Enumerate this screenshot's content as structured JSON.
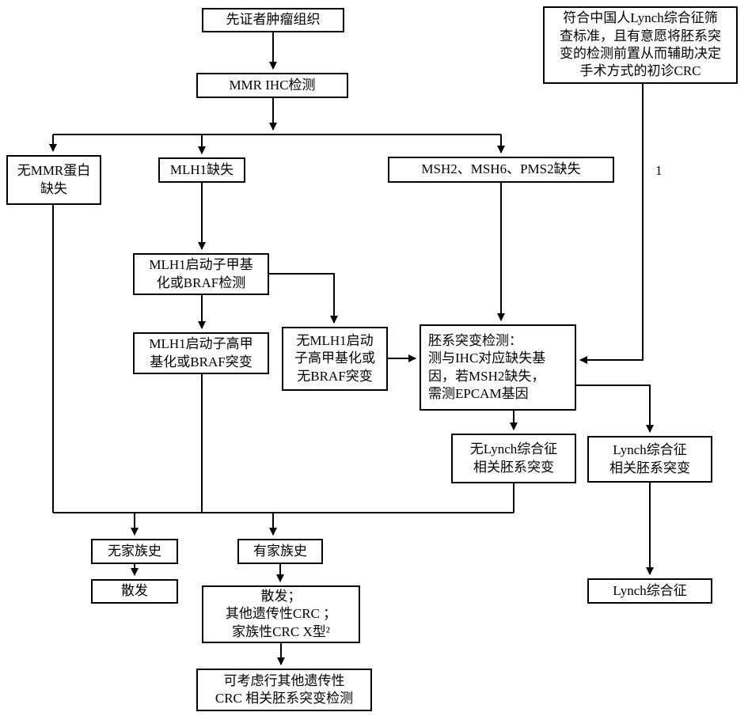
{
  "nodes": {
    "proband": "先证者肿瘤组织",
    "mmr_ihc": "MMR IHC检测",
    "criteria": "符合中国人Lynch综合征筛\n查标准，且有意愿将胚系突\n变的检测前置从而辅助决定\n手术方式的初诊CRC",
    "no_mmr_loss": "无MMR蛋白\n缺失",
    "mlh1_loss": "MLH1缺失",
    "msh_loss": "MSH2、MSH6、PMS2缺失",
    "promoter_test": "MLH1启动子甲基\n化或BRAF检测",
    "hypermeth": "MLH1启动子高甲\n基化或BRAF突变",
    "no_hypermeth": "无MLH1启动\n子高甲基化或\n无BRAF突变",
    "germline_test": "胚系突变检测：\n测与IHC对应缺失基\n因，若MSH2缺失，\n需测EPCAM基因",
    "no_lynch_mut": "无Lynch综合征\n相关胚系突变",
    "lynch_mut": "Lynch综合征\n相关胚系突变",
    "no_family": "无家族史",
    "sporadic": "散发",
    "family": "有家族史",
    "sporadic_other": "散发；\n其他遗传性CRC ；\n家族性CRC X型²",
    "consider_other": "可考虑行其他遗传性\nCRC 相关胚系突变检测",
    "lynch": "Lynch综合征"
  },
  "annotations": {
    "path_1": "1"
  },
  "colors": {
    "line": "#000000",
    "background": "#ffffff"
  }
}
